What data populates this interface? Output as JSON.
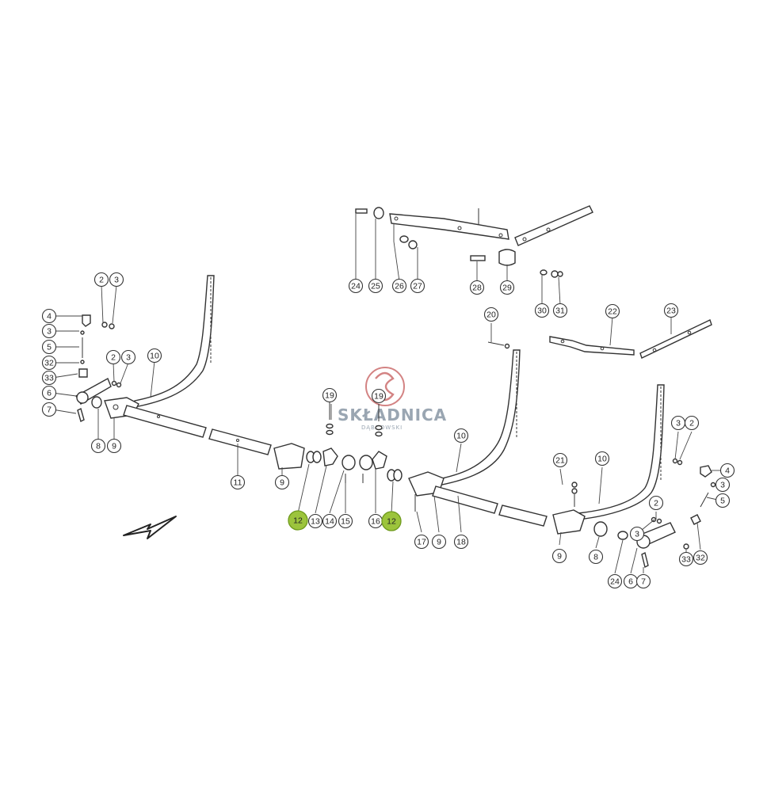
{
  "watermark": {
    "brand": "SKŁADNICA",
    "sub": "DĄBROWSKI"
  },
  "colors": {
    "highlight": "#9cc43c",
    "line": "#333333",
    "logo": "#c45a5a"
  },
  "callouts": [
    "2",
    "3",
    "4",
    "3",
    "5",
    "32",
    "33",
    "6",
    "7",
    "2",
    "3",
    "10",
    "8",
    "9",
    "24",
    "25",
    "26",
    "27",
    "28",
    "29",
    "30",
    "31",
    "22",
    "23",
    "20",
    "19",
    "19",
    "11",
    "9",
    "12",
    "13",
    "14",
    "15",
    "16",
    "12",
    "17",
    "9",
    "18",
    "10",
    "21",
    "10",
    "3",
    "2",
    "4",
    "3",
    "5",
    "2",
    "3",
    "8",
    "9",
    "24",
    "6",
    "7",
    "33",
    "32"
  ]
}
